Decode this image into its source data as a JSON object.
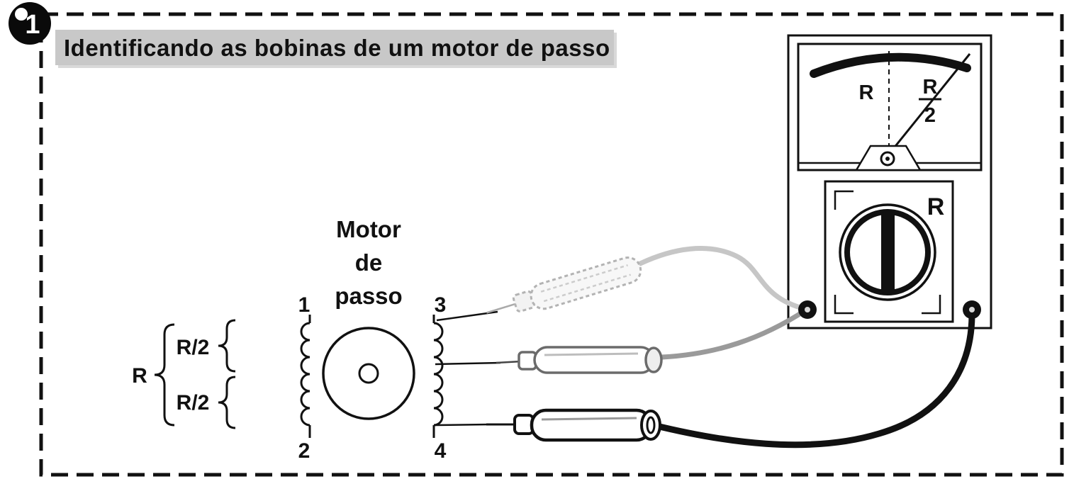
{
  "figure": {
    "badge": "1",
    "title": "Identificando as bobinas de um motor de passo"
  },
  "motor": {
    "label_lines": [
      "Motor",
      "de",
      "passo"
    ],
    "terminals": [
      "1",
      "2",
      "3",
      "4"
    ]
  },
  "resistance": {
    "total": "R",
    "half_top": "R/2",
    "half_bottom": "R/2"
  },
  "meter": {
    "scale_label": "R",
    "fraction_numerator": "R",
    "fraction_denominator": "2",
    "dial_label": "R"
  },
  "colors": {
    "ink": "#111111",
    "title_highlight": "#c8c8c8",
    "ghost_gray": "#b3b3b3",
    "probe_gray": "#6b6b6b",
    "wire_light": "#c6c6c6",
    "wire_mid": "#9a9a9a",
    "wire_black": "#111111"
  }
}
